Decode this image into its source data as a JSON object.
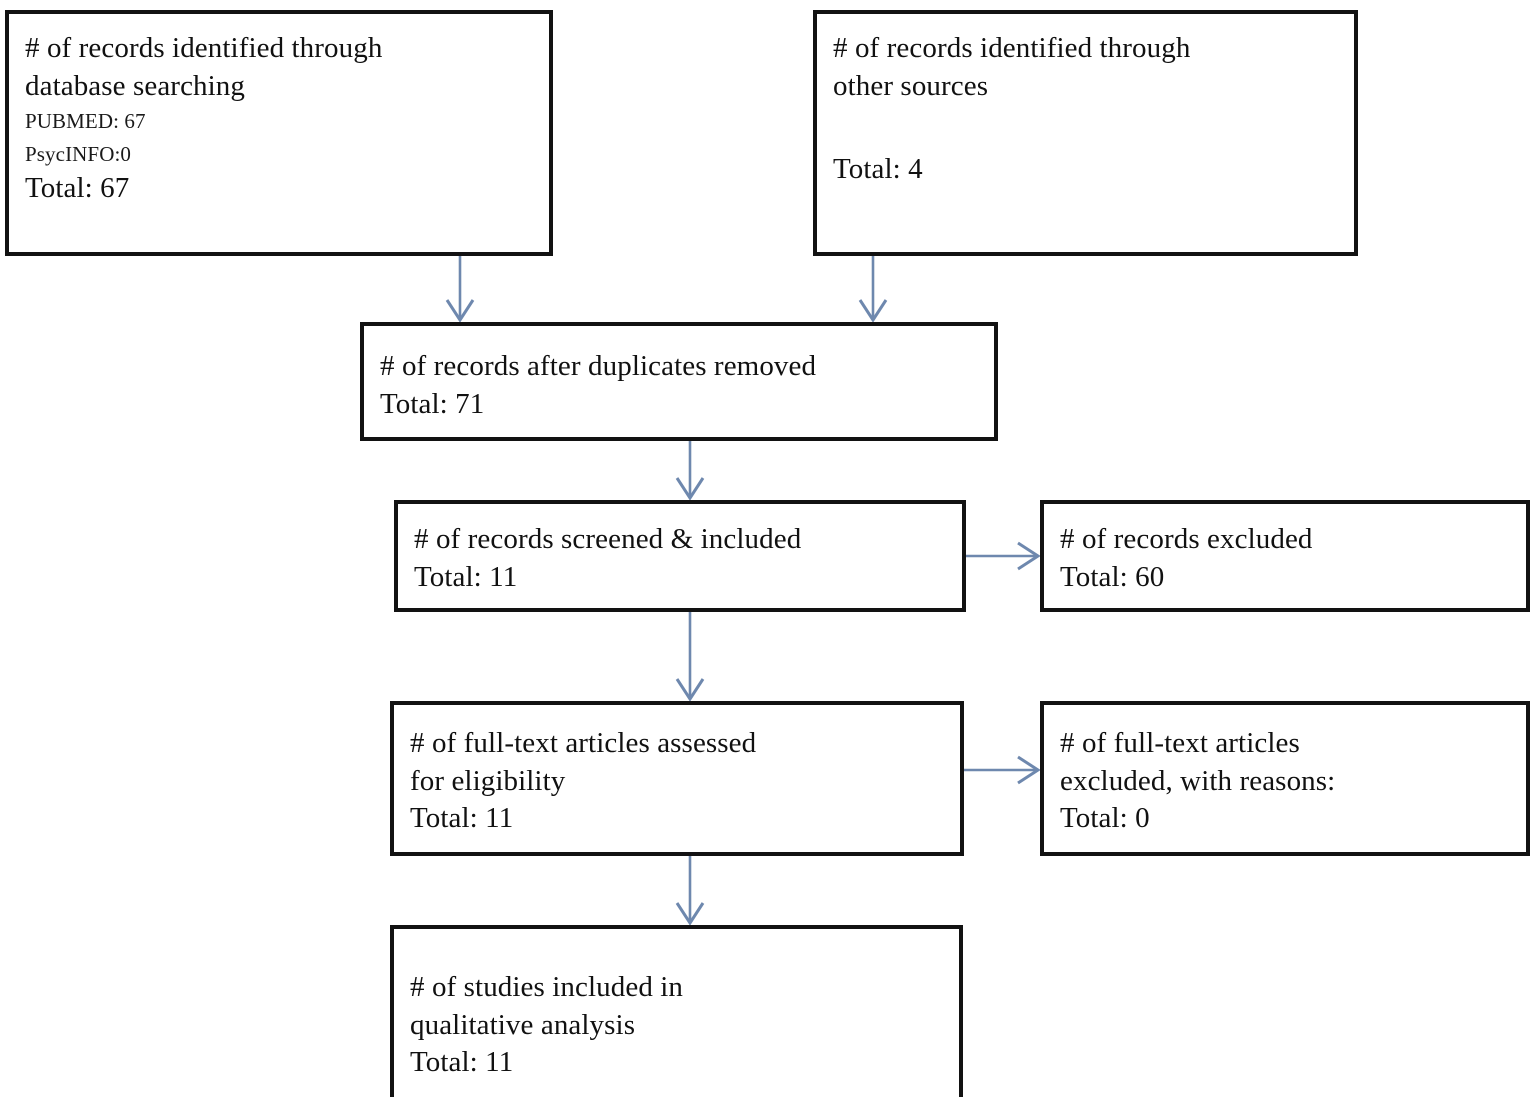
{
  "diagram": {
    "title": "PRISMA study selection flow diagram",
    "arrow_color": "#6E88AE",
    "border_color": "#121212",
    "text_color": "#111111",
    "background": "#ffffff"
  },
  "boxes": {
    "database_searching": {
      "name": "records-identified-database",
      "line1": "# of records identified through",
      "line2": "database searching",
      "line3": "PUBMED: 67",
      "line4": "PsycINFO:0",
      "line5": "Total: 67"
    },
    "other_sources": {
      "name": "records-identified-other-sources",
      "line1": "# of records identified through",
      "line2": "other sources",
      "line3": "Total: 4"
    },
    "duplicates_removed": {
      "name": "records-after-duplicates-removed",
      "line1": "# of records after duplicates removed",
      "line2": "Total: 71"
    },
    "screened_included": {
      "name": "records-screened-and-included",
      "line1": "# of records screened & included",
      "line2": "Total: 11"
    },
    "records_excluded": {
      "name": "records-excluded",
      "line1": "# of records excluded",
      "line2": "Total: 60"
    },
    "fulltext_assessed": {
      "name": "full-text-articles-assessed",
      "line1": "# of full-text articles assessed",
      "line2": "for eligibility",
      "line3": "Total: 11"
    },
    "fulltext_excluded": {
      "name": "full-text-articles-excluded",
      "line1": "# of full-text articles",
      "line2": "excluded, with reasons:",
      "line3": "Total: 0"
    },
    "studies_included": {
      "name": "studies-included-qualitative",
      "line1": "# of studies included in",
      "line2": "qualitative analysis",
      "line3": "Total: 11"
    }
  },
  "counts": {
    "pubmed": 67,
    "psycinfo": 0,
    "database_total": 67,
    "other_sources_total": 4,
    "after_duplicates_total": 71,
    "screened_included_total": 11,
    "records_excluded_total": 60,
    "fulltext_assessed_total": 11,
    "fulltext_excluded_total": 0,
    "studies_included_total": 11
  },
  "connectors": [
    {
      "name": "arrow-database-to-duplicates",
      "direction": "down"
    },
    {
      "name": "arrow-other-sources-to-duplicates",
      "direction": "down"
    },
    {
      "name": "arrow-duplicates-to-screened",
      "direction": "down"
    },
    {
      "name": "arrow-screened-to-records-excluded",
      "direction": "right"
    },
    {
      "name": "arrow-screened-to-fulltext",
      "direction": "down"
    },
    {
      "name": "arrow-fulltext-to-fulltext-excluded",
      "direction": "right"
    },
    {
      "name": "arrow-fulltext-to-included",
      "direction": "down"
    }
  ]
}
